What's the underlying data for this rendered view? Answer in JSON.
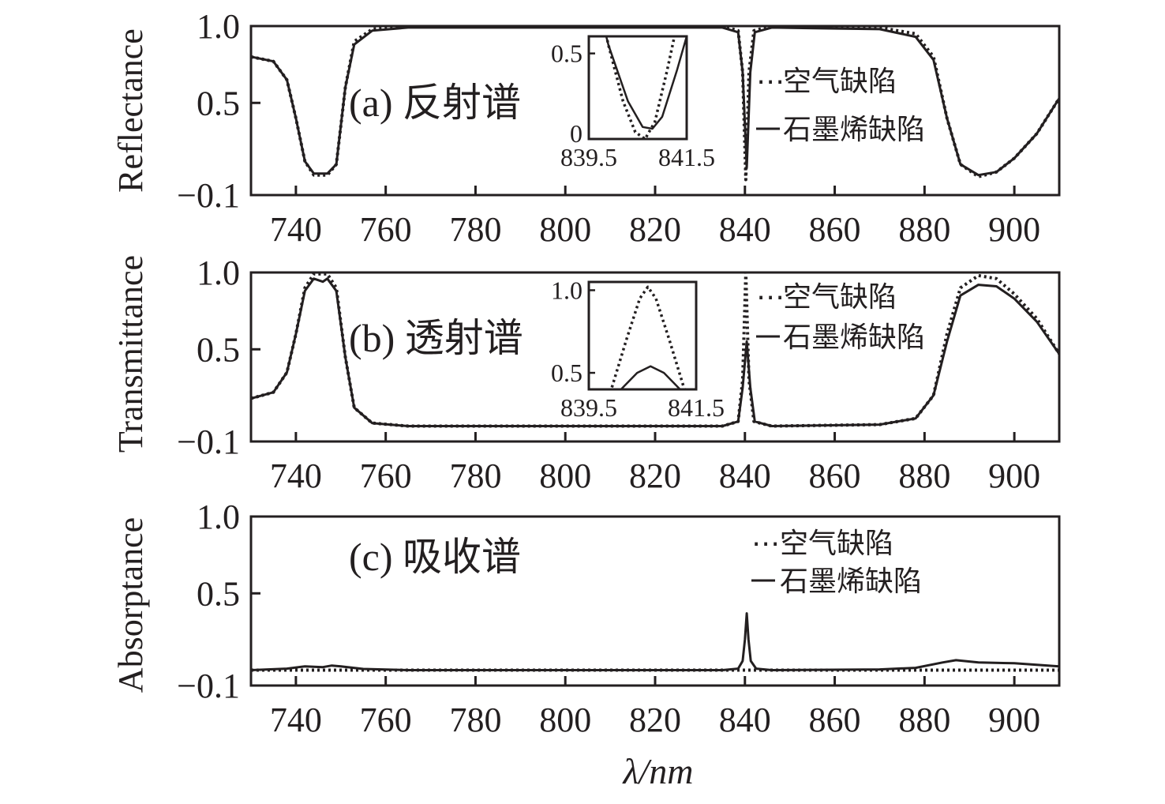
{
  "chart_data": [
    {
      "type": "line",
      "panel_label": "(a) 反射谱",
      "ylabel": "Reflectance",
      "xlim": [
        730,
        910
      ],
      "ylim": [
        -0.1,
        1.0
      ],
      "x_ticks": [
        "740",
        "760",
        "780",
        "800",
        "820",
        "840",
        "860",
        "880",
        "900"
      ],
      "y_ticks": [
        "1.0",
        "0.5",
        "−0.1"
      ],
      "legend": [
        "空气缺陷",
        "石墨烯缺陷"
      ],
      "series": [
        {
          "name": "空气缺陷",
          "style": "dotted",
          "points": [
            [
              730,
              0.8
            ],
            [
              735,
              0.77
            ],
            [
              738,
              0.65
            ],
            [
              740,
              0.4
            ],
            [
              742,
              0.12
            ],
            [
              744,
              0.03
            ],
            [
              747,
              0.03
            ],
            [
              749,
              0.1
            ],
            [
              751,
              0.6
            ],
            [
              753,
              0.9
            ],
            [
              757,
              0.98
            ],
            [
              765,
              1.0
            ],
            [
              800,
              1.0
            ],
            [
              835,
              1.0
            ],
            [
              838.5,
              0.97
            ],
            [
              839.5,
              0.7
            ],
            [
              840.2,
              0.0
            ],
            [
              840.9,
              0.7
            ],
            [
              842,
              0.97
            ],
            [
              846,
              1.0
            ],
            [
              870,
              0.99
            ],
            [
              878,
              0.95
            ],
            [
              882,
              0.8
            ],
            [
              885,
              0.4
            ],
            [
              888,
              0.1
            ],
            [
              892,
              0.02
            ],
            [
              896,
              0.05
            ],
            [
              900,
              0.14
            ],
            [
              905,
              0.3
            ],
            [
              910,
              0.53
            ]
          ]
        },
        {
          "name": "石墨烯缺陷",
          "style": "solid",
          "points": [
            [
              730,
              0.8
            ],
            [
              735,
              0.77
            ],
            [
              738,
              0.65
            ],
            [
              740,
              0.4
            ],
            [
              742,
              0.12
            ],
            [
              744,
              0.04
            ],
            [
              747,
              0.04
            ],
            [
              749,
              0.1
            ],
            [
              751,
              0.6
            ],
            [
              753,
              0.88
            ],
            [
              757,
              0.97
            ],
            [
              765,
              0.99
            ],
            [
              800,
              0.99
            ],
            [
              835,
              0.99
            ],
            [
              838.5,
              0.96
            ],
            [
              839.5,
              0.7
            ],
            [
              840.4,
              0.08
            ],
            [
              841.2,
              0.7
            ],
            [
              842.2,
              0.96
            ],
            [
              846,
              0.99
            ],
            [
              870,
              0.98
            ],
            [
              878,
              0.93
            ],
            [
              882,
              0.78
            ],
            [
              885,
              0.4
            ],
            [
              888,
              0.1
            ],
            [
              892,
              0.03
            ],
            [
              896,
              0.05
            ],
            [
              900,
              0.14
            ],
            [
              905,
              0.3
            ],
            [
              910,
              0.53
            ]
          ]
        }
      ],
      "inset": {
        "xlim": [
          839.5,
          841.5
        ],
        "ylim": [
          0,
          0.6
        ],
        "x_ticks": [
          "839.5",
          "841.5"
        ],
        "y_ticks": [
          "0.5",
          "0"
        ],
        "series": [
          {
            "name": "空气缺陷",
            "style": "dotted",
            "points": [
              [
                839.5,
                1.05
              ],
              [
                839.9,
                0.55
              ],
              [
                840.2,
                0.22
              ],
              [
                840.45,
                0.04
              ],
              [
                840.65,
                0.0
              ],
              [
                840.85,
                0.1
              ],
              [
                841.1,
                0.4
              ],
              [
                841.4,
                0.8
              ]
            ]
          },
          {
            "name": "石墨烯缺陷",
            "style": "solid",
            "points": [
              [
                839.5,
                1.0
              ],
              [
                839.9,
                0.55
              ],
              [
                840.3,
                0.22
              ],
              [
                840.6,
                0.07
              ],
              [
                840.8,
                0.06
              ],
              [
                841.0,
                0.13
              ],
              [
                841.3,
                0.4
              ],
              [
                841.5,
                0.6
              ]
            ]
          }
        ]
      }
    },
    {
      "type": "line",
      "panel_label": "(b) 透射谱",
      "ylabel": "Transmittance",
      "xlim": [
        730,
        910
      ],
      "ylim": [
        -0.1,
        1.0
      ],
      "x_ticks": [
        "740",
        "760",
        "780",
        "800",
        "820",
        "840",
        "860",
        "880",
        "900"
      ],
      "y_ticks": [
        "1.0",
        "0.5",
        "−0.1"
      ],
      "legend": [
        "空气缺陷",
        "石墨烯缺陷"
      ],
      "series": [
        {
          "name": "空气缺陷",
          "style": "dotted",
          "points": [
            [
              730,
              0.18
            ],
            [
              735,
              0.22
            ],
            [
              738,
              0.35
            ],
            [
              740,
              0.6
            ],
            [
              742,
              0.9
            ],
            [
              744,
              0.99
            ],
            [
              747,
              0.99
            ],
            [
              749,
              0.9
            ],
            [
              751,
              0.45
            ],
            [
              753,
              0.12
            ],
            [
              757,
              0.02
            ],
            [
              765,
              0.0
            ],
            [
              835,
              0.0
            ],
            [
              838.5,
              0.03
            ],
            [
              839.5,
              0.3
            ],
            [
              840.2,
              1.0
            ],
            [
              840.9,
              0.3
            ],
            [
              842,
              0.03
            ],
            [
              846,
              0.0
            ],
            [
              870,
              0.01
            ],
            [
              878,
              0.05
            ],
            [
              882,
              0.2
            ],
            [
              885,
              0.6
            ],
            [
              888,
              0.9
            ],
            [
              892,
              0.98
            ],
            [
              896,
              0.96
            ],
            [
              900,
              0.86
            ],
            [
              905,
              0.7
            ],
            [
              910,
              0.47
            ]
          ]
        },
        {
          "name": "石墨烯缺陷",
          "style": "solid",
          "points": [
            [
              730,
              0.18
            ],
            [
              735,
              0.22
            ],
            [
              738,
              0.35
            ],
            [
              740,
              0.6
            ],
            [
              742,
              0.88
            ],
            [
              744,
              0.96
            ],
            [
              746,
              0.94
            ],
            [
              747,
              0.96
            ],
            [
              749,
              0.88
            ],
            [
              751,
              0.45
            ],
            [
              753,
              0.12
            ],
            [
              757,
              0.02
            ],
            [
              765,
              0.0
            ],
            [
              835,
              0.0
            ],
            [
              838.5,
              0.03
            ],
            [
              839.5,
              0.25
            ],
            [
              840.4,
              0.55
            ],
            [
              841.2,
              0.25
            ],
            [
              842.2,
              0.03
            ],
            [
              846,
              0.0
            ],
            [
              870,
              0.01
            ],
            [
              878,
              0.05
            ],
            [
              882,
              0.2
            ],
            [
              885,
              0.55
            ],
            [
              888,
              0.85
            ],
            [
              892,
              0.92
            ],
            [
              896,
              0.91
            ],
            [
              900,
              0.83
            ],
            [
              905,
              0.68
            ],
            [
              910,
              0.47
            ]
          ]
        }
      ],
      "inset": {
        "xlim": [
          839.5,
          841.5
        ],
        "ylim": [
          0.4,
          1.05
        ],
        "x_ticks": [
          "839.5",
          "841.5"
        ],
        "y_ticks": [
          "1.0",
          "0.5"
        ],
        "series": [
          {
            "name": "空气缺陷",
            "style": "dotted",
            "points": [
              [
                839.9,
                0.38
              ],
              [
                840.2,
                0.7
              ],
              [
                840.45,
                0.95
              ],
              [
                840.6,
                1.02
              ],
              [
                840.75,
                0.95
              ],
              [
                841.0,
                0.7
              ],
              [
                841.3,
                0.38
              ]
            ]
          },
          {
            "name": "石墨烯缺陷",
            "style": "solid",
            "points": [
              [
                840.1,
                0.4
              ],
              [
                840.4,
                0.5
              ],
              [
                840.65,
                0.54
              ],
              [
                840.9,
                0.5
              ],
              [
                841.2,
                0.4
              ]
            ]
          }
        ]
      }
    },
    {
      "type": "line",
      "panel_label": "(c) 吸收谱",
      "ylabel": "Absorptance",
      "xlabel": "λ/nm",
      "xlim": [
        730,
        910
      ],
      "ylim": [
        -0.1,
        1.0
      ],
      "x_ticks": [
        "740",
        "760",
        "780",
        "800",
        "820",
        "840",
        "860",
        "880",
        "900"
      ],
      "y_ticks": [
        "1.0",
        "0.5",
        "−0.1"
      ],
      "legend": [
        "空气缺陷",
        "石墨烯缺陷"
      ],
      "series": [
        {
          "name": "空气缺陷",
          "style": "dotted",
          "points": [
            [
              730,
              0.0
            ],
            [
              910,
              0.0
            ]
          ]
        },
        {
          "name": "石墨烯缺陷",
          "style": "solid",
          "points": [
            [
              730,
              0.0
            ],
            [
              738,
              0.01
            ],
            [
              742,
              0.025
            ],
            [
              746,
              0.02
            ],
            [
              748,
              0.03
            ],
            [
              750,
              0.025
            ],
            [
              755,
              0.008
            ],
            [
              765,
              0.0
            ],
            [
              835,
              0.0
            ],
            [
              838.5,
              0.01
            ],
            [
              839.5,
              0.06
            ],
            [
              840,
              0.2
            ],
            [
              840.4,
              0.37
            ],
            [
              840.8,
              0.2
            ],
            [
              841.3,
              0.06
            ],
            [
              842.5,
              0.01
            ],
            [
              846,
              0.0
            ],
            [
              870,
              0.005
            ],
            [
              878,
              0.015
            ],
            [
              884,
              0.05
            ],
            [
              887,
              0.065
            ],
            [
              892,
              0.05
            ],
            [
              900,
              0.045
            ],
            [
              905,
              0.035
            ],
            [
              910,
              0.025
            ]
          ]
        }
      ]
    }
  ]
}
